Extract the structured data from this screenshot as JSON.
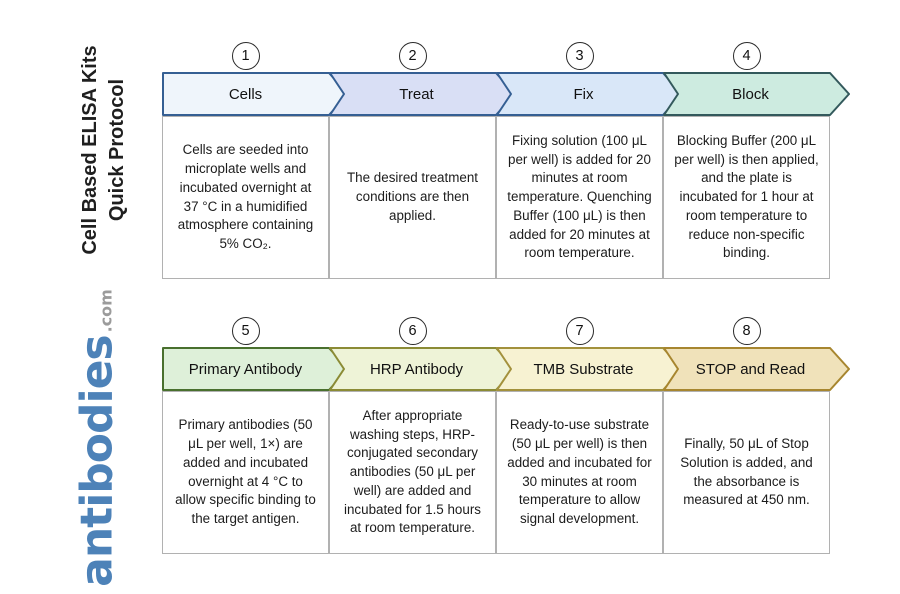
{
  "sidebar": {
    "title_line1": "Cell Based ELISA Kits",
    "title_line2": "Quick Protocol",
    "logo_text": "antibodies",
    "logo_suffix": ".com",
    "logo_color": "#4d82b8"
  },
  "steps": [
    {
      "number": "1",
      "label": "Cells",
      "description": "Cells are seeded into microplate wells and incubated overnight at 37 °C in a humidified atmosphere containing 5% CO₂.",
      "fill": "#eff5fb",
      "border": "#355f93"
    },
    {
      "number": "2",
      "label": "Treat",
      "description": "The desired treatment conditions are then applied.",
      "fill": "#d9dff5",
      "border": "#355f93"
    },
    {
      "number": "3",
      "label": "Fix",
      "description": "Fixing solution (100 μL per well) is added for 20 minutes at room temperature. Quenching Buffer (100 μL) is then added for 20 minutes at room temperature.",
      "fill": "#d9e7f8",
      "border": "#355f93"
    },
    {
      "number": "4",
      "label": "Block",
      "description": "Blocking Buffer (200 μL per well) is then applied, and the plate is incubated for 1 hour at room temperature to reduce non-specific binding.",
      "fill": "#cdebe0",
      "border": "#33595c"
    },
    {
      "number": "5",
      "label": "Primary Antibody",
      "description": "Primary antibodies (50 μL per well, 1×) are added and incubated overnight at 4 °C to allow specific binding to the target antigen.",
      "fill": "#def0d9",
      "border": "#49702e"
    },
    {
      "number": "6",
      "label": "HRP Antibody",
      "description": "After appropriate washing steps, HRP-conjugated secondary antibodies (50 μL per well) are added and incubated for 1.5 hours at room temperature.",
      "fill": "#eef3d7",
      "border": "#8b8b35"
    },
    {
      "number": "7",
      "label": "TMB Substrate",
      "description": "Ready-to-use substrate (50 μL per well) is then added and incubated for 30 minutes at room temperature to allow signal development.",
      "fill": "#f7f2d2",
      "border": "#a3913c"
    },
    {
      "number": "8",
      "label": "STOP and Read",
      "description": "Finally, 50 μL of Stop Solution is added, and the absorbance is measured at 450 nm.",
      "fill": "#f0e2ba",
      "border": "#a7862f"
    }
  ]
}
